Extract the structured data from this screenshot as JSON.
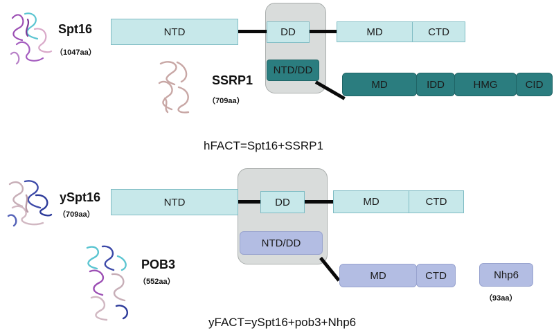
{
  "human": {
    "spt16": {
      "name": "Spt16",
      "length": "（1047aa）",
      "domains": {
        "ntd": "NTD",
        "dd": "DD",
        "md": "MD",
        "ctd": "CTD"
      }
    },
    "ssrp1": {
      "name": "SSRP1",
      "length": "（709aa）",
      "domains": {
        "ntd_dd": "NTD/DD",
        "md": "MD",
        "idd": "IDD",
        "hmg": "HMG",
        "cid": "CID"
      }
    },
    "caption": "hFACT=Spt16+SSRP1"
  },
  "yeast": {
    "yspt16": {
      "name": "ySpt16",
      "length": "（709aa）",
      "domains": {
        "ntd": "NTD",
        "dd": "DD",
        "md": "MD",
        "ctd": "CTD"
      }
    },
    "pob3": {
      "name": "POB3",
      "length": "（552aa）",
      "domains": {
        "ntd_dd": "NTD/DD",
        "md": "MD",
        "ctd": "CTD"
      }
    },
    "nhp6": {
      "name": "Nhp6",
      "length": "（93aa）"
    },
    "caption": "yFACT=ySpt16+pob3+Nhp6"
  },
  "colors": {
    "cyan": "#c7e8ea",
    "teal": "#2b7d7f",
    "lavender": "#b3bde3",
    "gray_box": "#d9dcdb"
  }
}
